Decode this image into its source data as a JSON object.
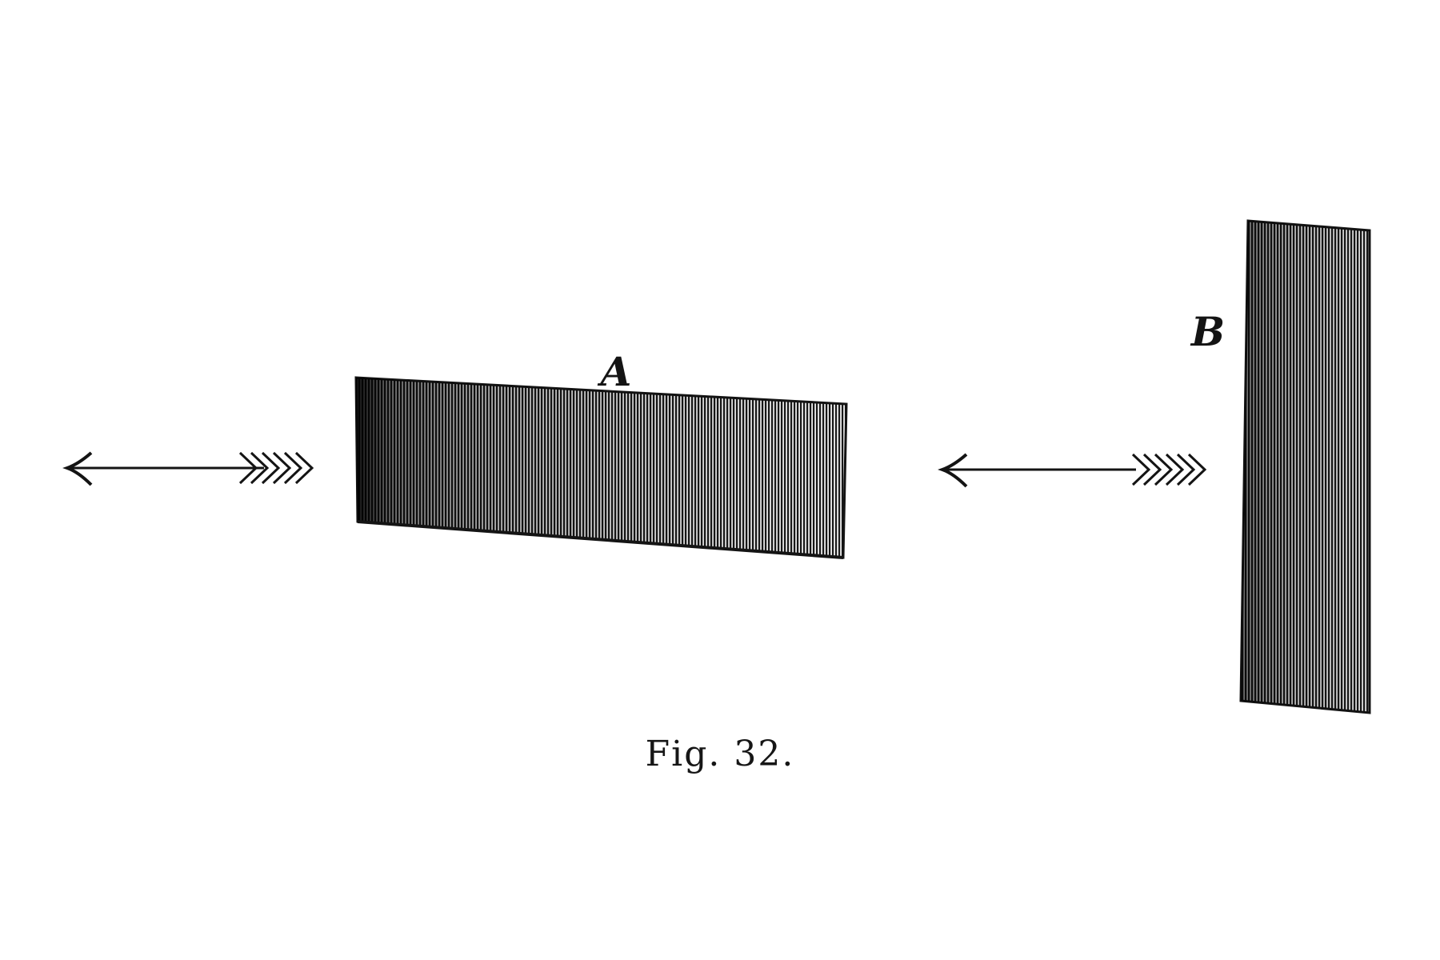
{
  "figure": {
    "caption": "Fig. 32.",
    "labels": {
      "a": "A",
      "b": "B"
    },
    "colors": {
      "ink": "#141414",
      "paper": "#ffffff"
    }
  }
}
